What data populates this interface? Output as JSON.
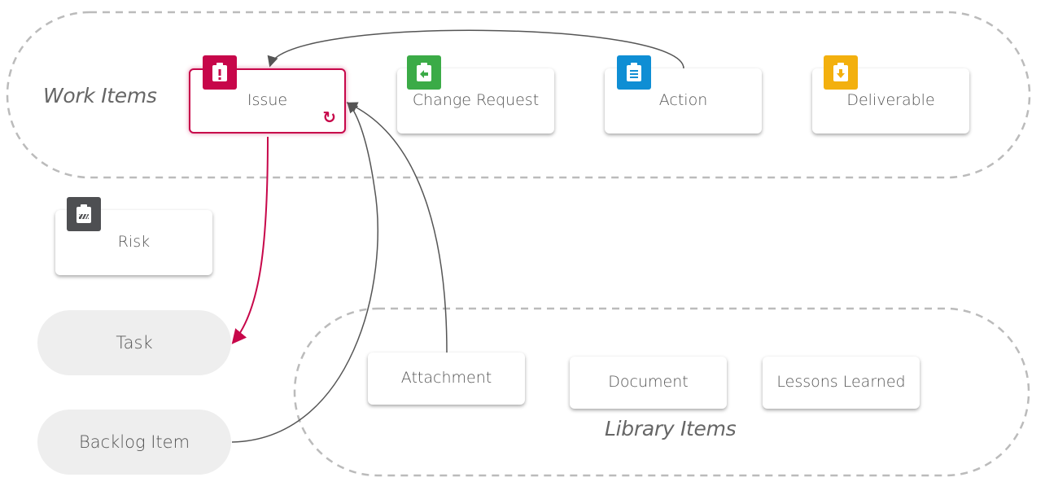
{
  "groups": {
    "work_items_label": "Work Items",
    "library_items_label": "Library Items"
  },
  "work_items": [
    {
      "label": "Issue",
      "icon": "alert-clipboard-icon",
      "color": "#c7074a"
    },
    {
      "label": "Change Request",
      "icon": "arrow-left-clipboard-icon",
      "color": "#3bab47"
    },
    {
      "label": "Action",
      "icon": "list-clipboard-icon",
      "color": "#0f8ed4"
    },
    {
      "label": "Deliverable",
      "icon": "arrow-down-clipboard-icon",
      "color": "#f3b00e"
    }
  ],
  "risk": {
    "label": "Risk",
    "icon": "hazard-clipboard-icon",
    "color": "#4e4f52"
  },
  "pills": {
    "task": "Task",
    "backlog": "Backlog Item"
  },
  "library_items": [
    "Attachment",
    "Document",
    "Lessons Learned"
  ],
  "colors": {
    "accent": "#c7074a",
    "connector": "#555555",
    "dashed": "#bbbbbb"
  }
}
